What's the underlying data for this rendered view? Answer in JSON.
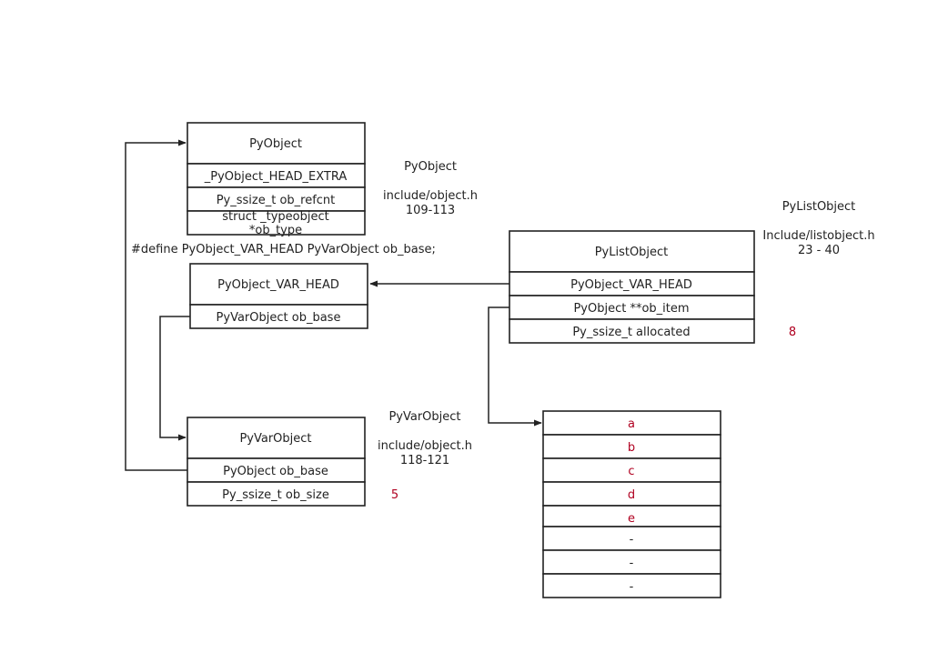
{
  "pyobject": {
    "title": "PyObject",
    "fields": [
      "_PyObject_HEAD_EXTRA",
      "Py_ssize_t ob_refcnt",
      "struct _typeobject",
      "*ob_type"
    ],
    "note_title": "PyObject",
    "note_file": "include/object.h",
    "note_lines": "109-113"
  },
  "define_text": "#define PyObject_VAR_HEAD PyVarObject ob_base;",
  "var_head": {
    "title": "PyObject_VAR_HEAD",
    "field": "PyVarObject ob_base"
  },
  "pylist": {
    "title": "PyListObject",
    "fields": [
      "PyObject_VAR_HEAD",
      "PyObject **ob_item",
      "Py_ssize_t allocated"
    ],
    "allocated_value": "8",
    "note_title": "PyListObject",
    "note_file": "Include/listobject.h",
    "note_lines": "23 - 40"
  },
  "pyvarobject": {
    "title": "PyVarObject",
    "fields": [
      "PyObject ob_base",
      "Py_ssize_t ob_size"
    ],
    "size_value": "5",
    "note_title": "PyVarObject",
    "note_file": "include/object.h",
    "note_lines": "118-121"
  },
  "items": [
    "a",
    "b",
    "c",
    "d",
    "e",
    "-",
    "-",
    "-"
  ],
  "colors": {
    "line": "#222222",
    "accent": "#b00020",
    "background": "#ffffff"
  }
}
